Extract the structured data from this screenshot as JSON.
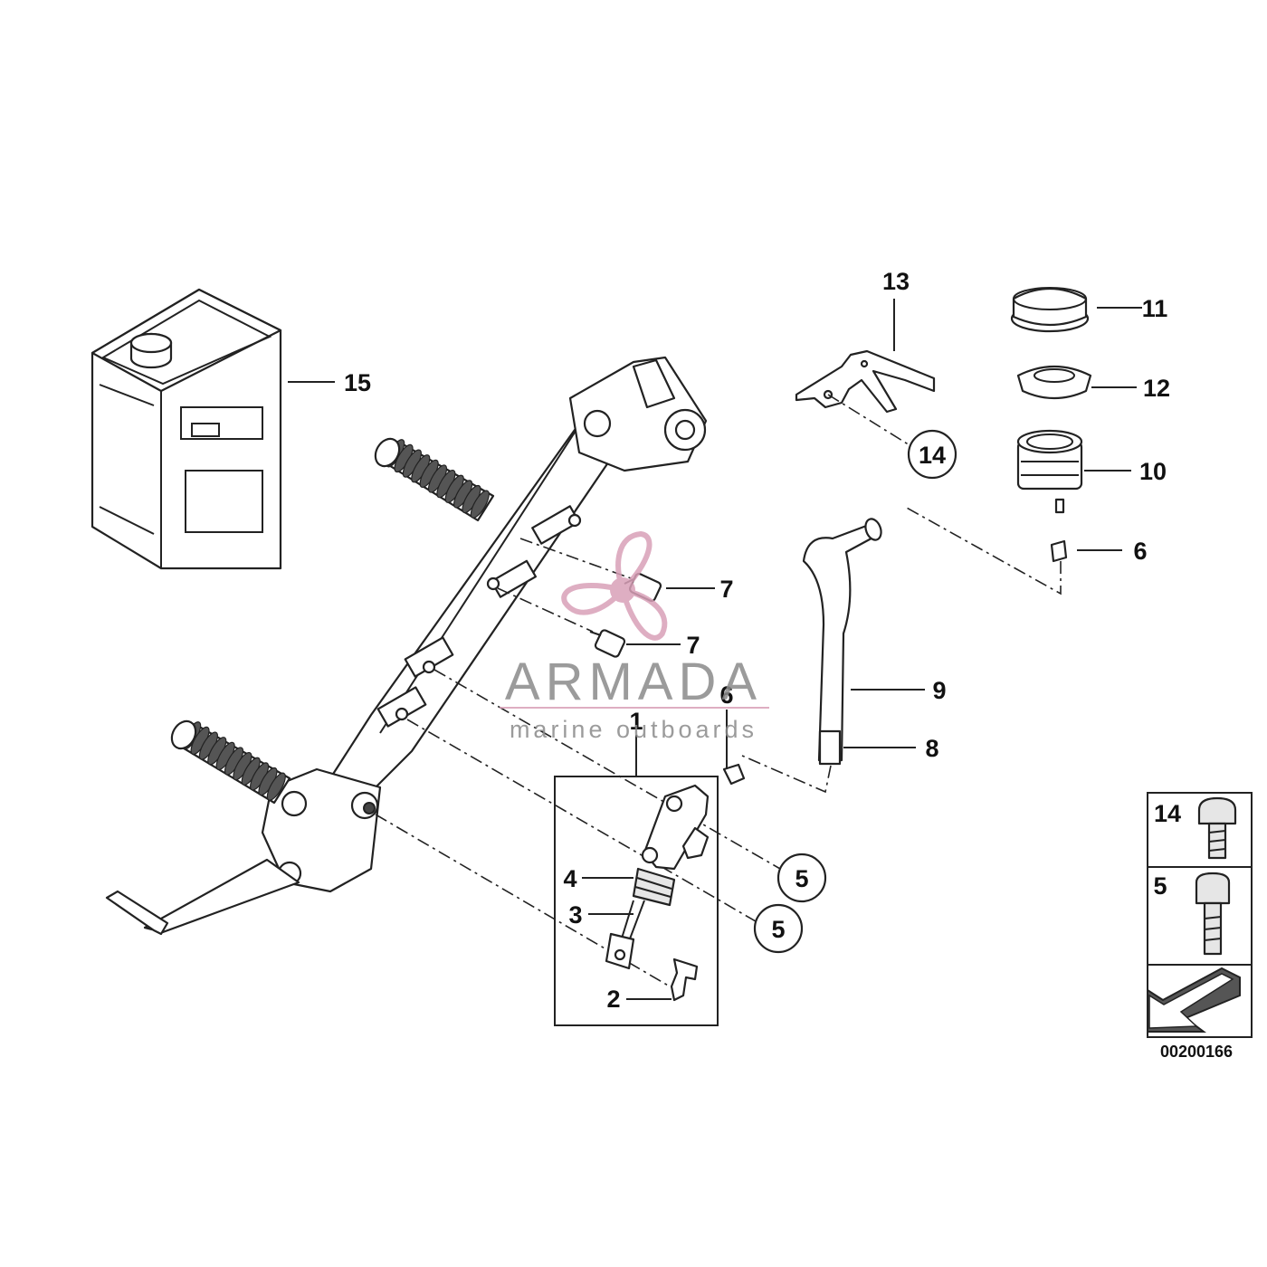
{
  "diagram": {
    "callouts": [
      {
        "id": "c1",
        "text": "1"
      },
      {
        "id": "c2",
        "text": "2"
      },
      {
        "id": "c3",
        "text": "3"
      },
      {
        "id": "c4",
        "text": "4"
      },
      {
        "id": "c5a",
        "text": "5"
      },
      {
        "id": "c5b",
        "text": "5"
      },
      {
        "id": "c6a",
        "text": "6"
      },
      {
        "id": "c6b",
        "text": "6"
      },
      {
        "id": "c7a",
        "text": "7"
      },
      {
        "id": "c7b",
        "text": "7"
      },
      {
        "id": "c8",
        "text": "8"
      },
      {
        "id": "c9",
        "text": "9"
      },
      {
        "id": "c10",
        "text": "10"
      },
      {
        "id": "c11",
        "text": "11"
      },
      {
        "id": "c12",
        "text": "12"
      },
      {
        "id": "c13",
        "text": "13"
      },
      {
        "id": "c14",
        "text": "14"
      },
      {
        "id": "c15",
        "text": "15"
      }
    ],
    "legend": {
      "row1_label": "14",
      "row2_label": "5"
    },
    "diagram_number": "00200166"
  },
  "watermark": {
    "brand": "ARMADA",
    "tagline": "marine outboards",
    "color": "#d9a0b8"
  },
  "icons": {
    "logo": "propeller-logo-icon",
    "arrow": "direction-arrow-icon"
  }
}
